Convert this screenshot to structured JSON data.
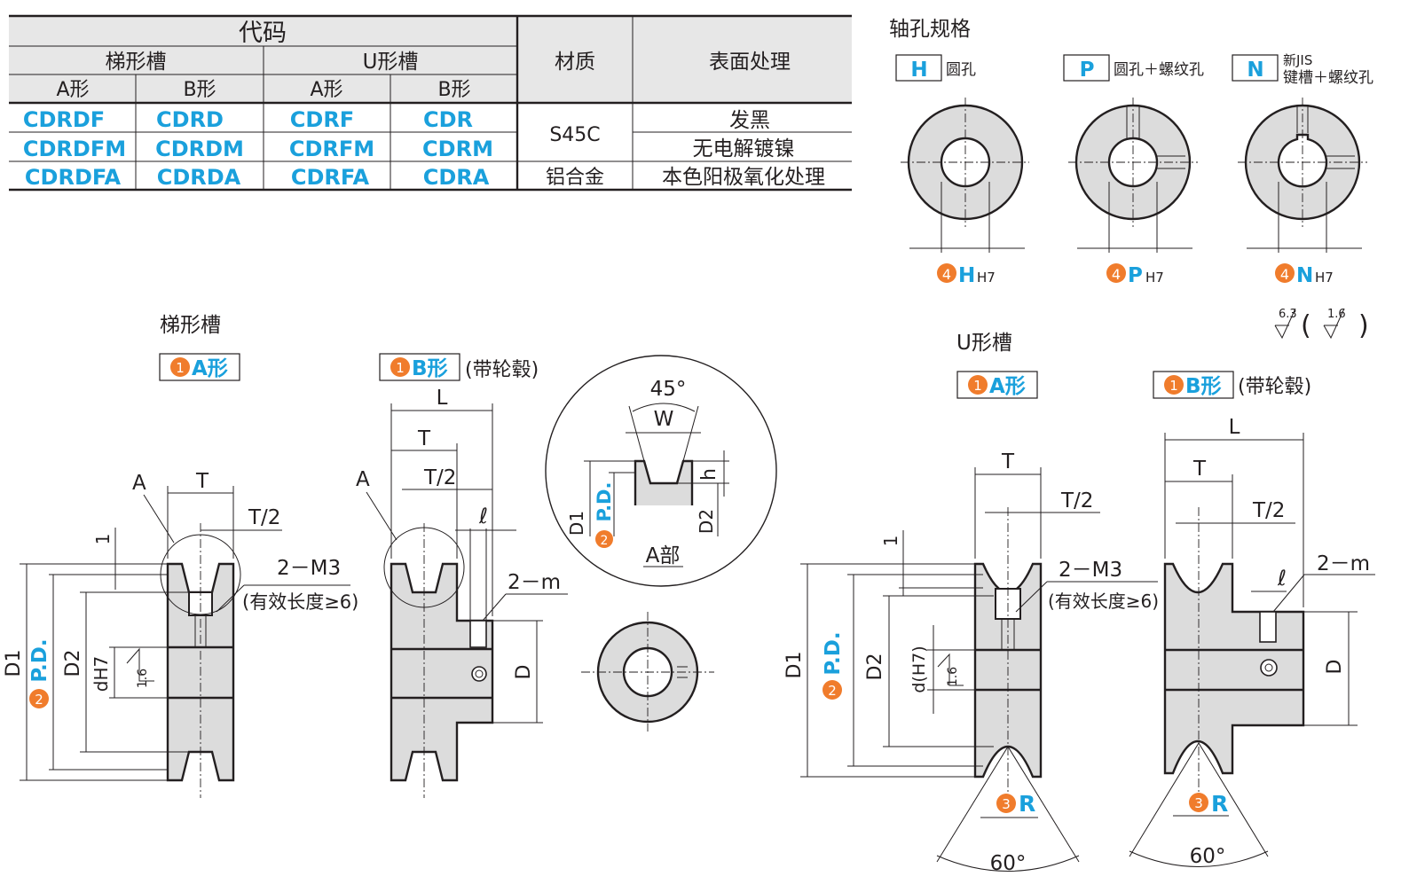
{
  "table": {
    "code_header": "代码",
    "trap_groove": "梯形槽",
    "u_groove": "U形槽",
    "a_type": "A形",
    "b_type": "B形",
    "material_header": "材质",
    "surface_header": "表面处理",
    "rows": [
      {
        "c1": "CDRDF",
        "c2": "CDRD",
        "c3": "CDRF",
        "c4": "CDR",
        "surface": "发黑"
      },
      {
        "c1": "CDRDFM",
        "c2": "CDRDM",
        "c3": "CDRFM",
        "c4": "CDRM",
        "surface": "无电解镀镍"
      },
      {
        "c1": "CDRDFA",
        "c2": "CDRDA",
        "c3": "CDRFA",
        "c4": "CDRA",
        "surface": "本色阳极氧化处理"
      }
    ],
    "materials": [
      "S45C",
      "铝合金"
    ]
  },
  "bore": {
    "title": "轴孔规格",
    "h_letter": "H",
    "h_desc": "圆孔",
    "p_letter": "P",
    "p_desc": "圆孔＋螺纹孔",
    "n_letter": "N",
    "n_desc1": "新JIS",
    "n_desc2": "键槽＋螺纹孔",
    "num": "4",
    "h7": "H7"
  },
  "surface_marks": {
    "rough1": "6.3",
    "rough2": "1.6",
    "open_paren": "(",
    "close_paren": ")"
  },
  "trap": {
    "section_title": "梯形槽",
    "num1": "1",
    "a_type": "A形",
    "b_type": "B形",
    "hub_note": "(带轮毂)",
    "dims": {
      "L": "L",
      "T": "T",
      "T2": "T/2",
      "A": "A",
      "one": "1",
      "ell": "ℓ",
      "m3": "2－M3",
      "eff": "(有效长度≥6)",
      "m": "2－m",
      "D1": "D1",
      "PD": "P.D.",
      "num2": "2",
      "D2": "D2",
      "dH7": "dH7",
      "r16": "1.6",
      "D": "D"
    },
    "detail": {
      "angle": "45°",
      "W": "W",
      "h": "h",
      "D1": "D1",
      "PD": "P.D.",
      "num2": "2",
      "D2": "D2",
      "label": "A部"
    }
  },
  "ugroove": {
    "section_title": "U形槽",
    "num1": "1",
    "a_type": "A形",
    "b_type": "B形",
    "hub_note": "(带轮毂)",
    "dims": {
      "L": "L",
      "T": "T",
      "T2": "T/2",
      "one": "1",
      "ell": "ℓ",
      "m3": "2－M3",
      "eff": "(有效长度≥6)",
      "m": "2－m",
      "D1": "D1",
      "PD": "P.D.",
      "num2": "2",
      "D2": "D2",
      "dH7": "d(H7)",
      "r16": "1.6",
      "D": "D",
      "num3": "3",
      "R": "R",
      "angle": "60°"
    }
  }
}
